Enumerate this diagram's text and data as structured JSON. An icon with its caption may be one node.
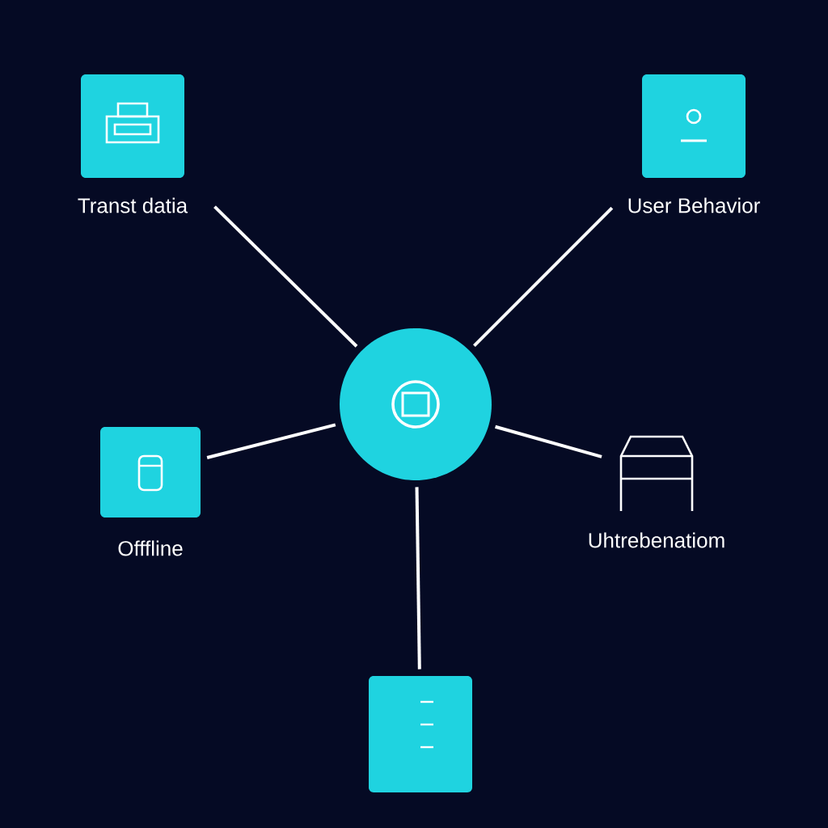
{
  "diagram": {
    "nodes": [
      {
        "text": [
          "Transt datia"
        ]
      },
      {
        "text": [
          "User Behavior"
        ]
      },
      {
        "text": [],
        "shape": "circle"
      },
      {
        "text": [
          "Offfline"
        ]
      },
      {
        "text": [
          "Uhtrebenatiom"
        ]
      },
      {
        "text": [],
        "shape": "box"
      }
    ],
    "edges": [
      {
        "from": 2,
        "to": 0,
        "arrow": "none"
      },
      {
        "from": 2,
        "to": 1,
        "arrow": "none"
      },
      {
        "from": 2,
        "to": 3,
        "arrow": "none"
      },
      {
        "from": 2,
        "to": 4,
        "arrow": "none"
      },
      {
        "from": 2,
        "to": 5,
        "arrow": "none"
      }
    ]
  }
}
